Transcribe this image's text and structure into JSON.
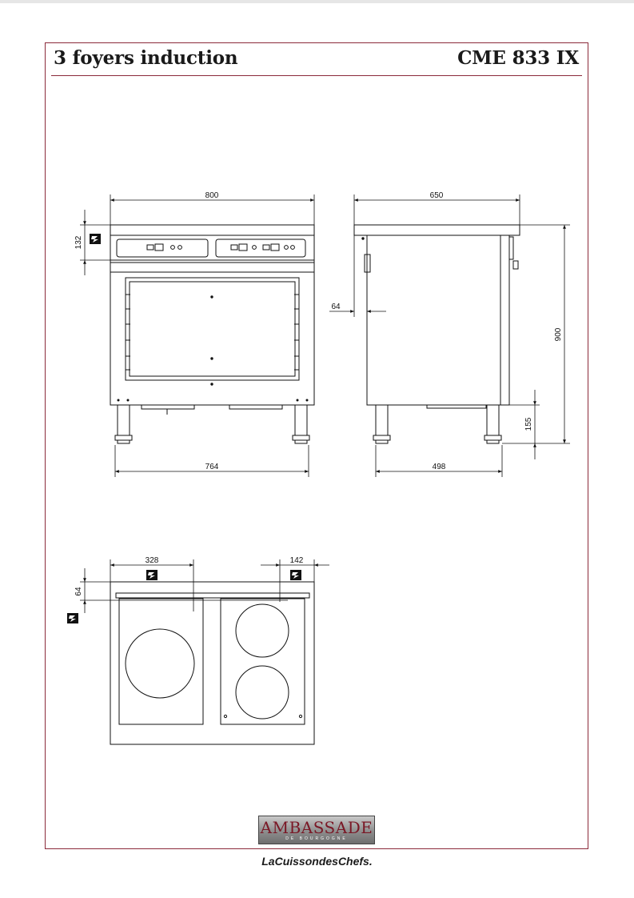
{
  "header": {
    "title": "3 foyers induction",
    "model": "CME 833 IX"
  },
  "dimensions": {
    "front_width": "800",
    "front_base_width": "764",
    "top_height": "132",
    "side_depth": "650",
    "side_base_depth": "498",
    "side_offset": "64",
    "total_height": "900",
    "leg_height": "155",
    "plan_left_zone": "328",
    "plan_right_offset": "142",
    "plan_front_offset": "64"
  },
  "icons": {
    "electric": "electric-connection-icon"
  },
  "brand": {
    "name": "AMBASSADE",
    "sub": "DE BOURGOGNE",
    "tagline": "LaCuissondesChefs."
  },
  "colors": {
    "frame": "#8b2a3a",
    "line": "#111111"
  }
}
